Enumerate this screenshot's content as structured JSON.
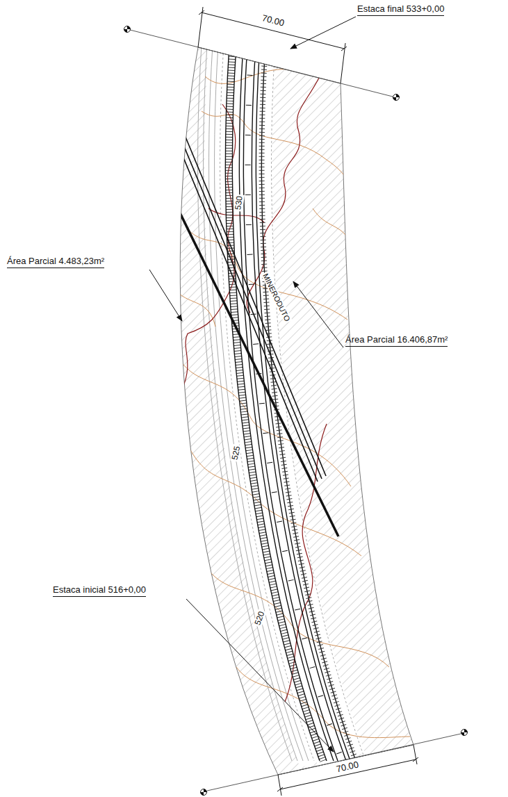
{
  "diagram": {
    "labels": [
      "Estaca final 533+0,00",
      "70.00",
      "Área Parcial 4.483,23m²",
      "Área Parcial 16.406,87m²",
      "530",
      "MINERODUTO",
      "525",
      "520",
      "Estaca inicial 516+0,00",
      "70.00"
    ]
  }
}
